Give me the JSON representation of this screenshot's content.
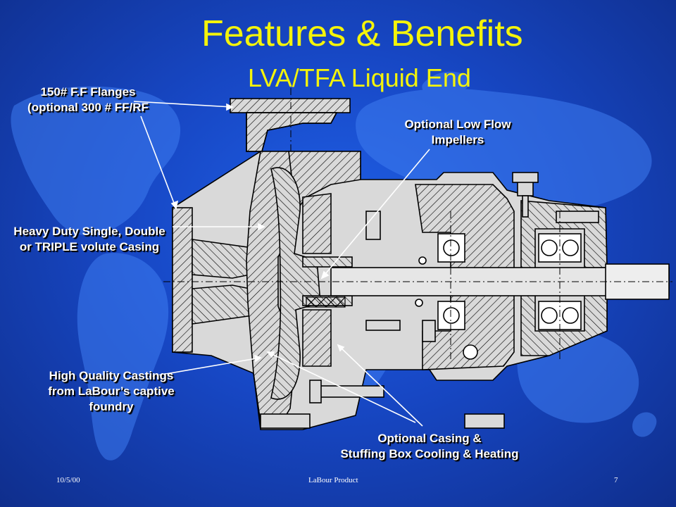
{
  "header": {
    "title": "Features & Benefits",
    "subtitle": "LVA/TFA Liquid End"
  },
  "callouts": {
    "flanges": {
      "line1": "150# F.F Flanges",
      "line2": "(optional 300 # FF/RF"
    },
    "impellers": {
      "line1": "Optional Low Flow",
      "line2": "Impellers"
    },
    "casing": {
      "line1": "Heavy Duty Single, Double",
      "line2": "or TRIPLE volute Casing"
    },
    "castings": {
      "line1": "High Quality Castings",
      "line2": "from LaBour’s captive",
      "line3": "foundry"
    },
    "cooling": {
      "line1": "Optional Casing &",
      "line2": "Stuffing Box Cooling & Heating"
    }
  },
  "footer": {
    "date": "10/5/00",
    "center": "LaBour Product",
    "page": "7"
  },
  "colors": {
    "title": "#f4f40a",
    "background": "#1747c4",
    "drawing_line": "#000000",
    "drawing_fill": "#d9d9d9",
    "callout_text": "#ffffff"
  }
}
